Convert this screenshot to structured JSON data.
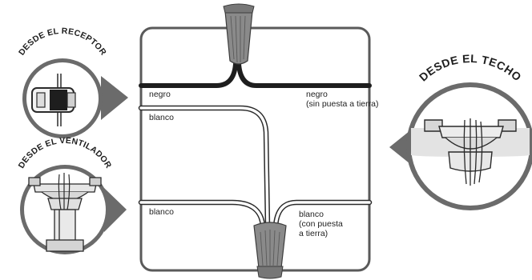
{
  "badges": {
    "receiver": "DESDE EL RECEPTOR",
    "fan": "DESDE EL VENTILADOR",
    "ceiling": "DESDE EL TECHO"
  },
  "wires": {
    "black_left": "negro",
    "black_right": "negro\n(sin puesta a tierra)",
    "white_upper_left": "blanco",
    "white_lower_left": "blanco",
    "white_right": "blanco\n(con puesta\na tierra)"
  },
  "colors": {
    "frame": "#5a5a5a",
    "black_wire": "#1e1e1e",
    "white_wire_outline": "#2a2a2a",
    "connector": "#8a8a8a",
    "badge_bg": "#6b6b6b"
  },
  "icons": [
    "wire-connector-icon",
    "receiver-icon",
    "fan-bracket-icon",
    "ceiling-box-icon"
  ]
}
